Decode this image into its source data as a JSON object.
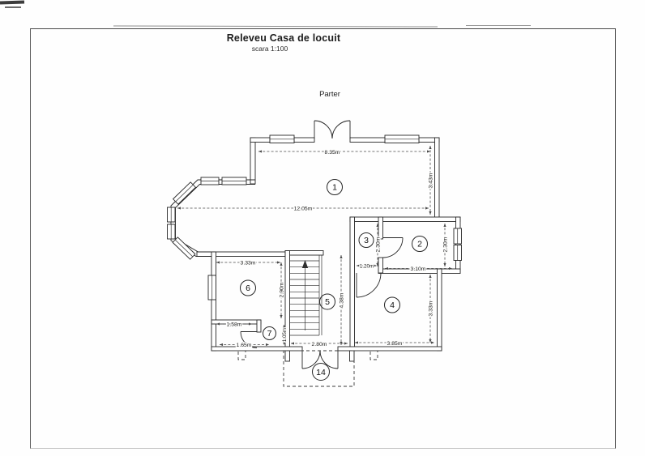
{
  "document": {
    "title": "Releveu Casa de locuit",
    "scale_label": "scara 1:100",
    "floor_label": "Parter"
  },
  "rooms": {
    "r1": "1",
    "r2": "2",
    "r3": "3",
    "r4": "4",
    "r5": "5",
    "r6": "6",
    "r7": "7",
    "r14": "14"
  },
  "dimensions": {
    "top_width": "8.35m",
    "living_height": "3.43m",
    "overall_width": "12.05m",
    "room3_height": "2.30m",
    "room3_width": "1.20m",
    "room2_height": "2.30m",
    "room2_width": "3.10m",
    "room6_width": "3.33m",
    "room6_height": "2.90m",
    "hall_height": "4.38m",
    "hall_width": "2.80m",
    "room4_height": "3.33m",
    "room4_width": "3.85m",
    "room7_width": "1.58m",
    "room7_height": "1.05m",
    "room7_bottom_width": "1.65m"
  }
}
